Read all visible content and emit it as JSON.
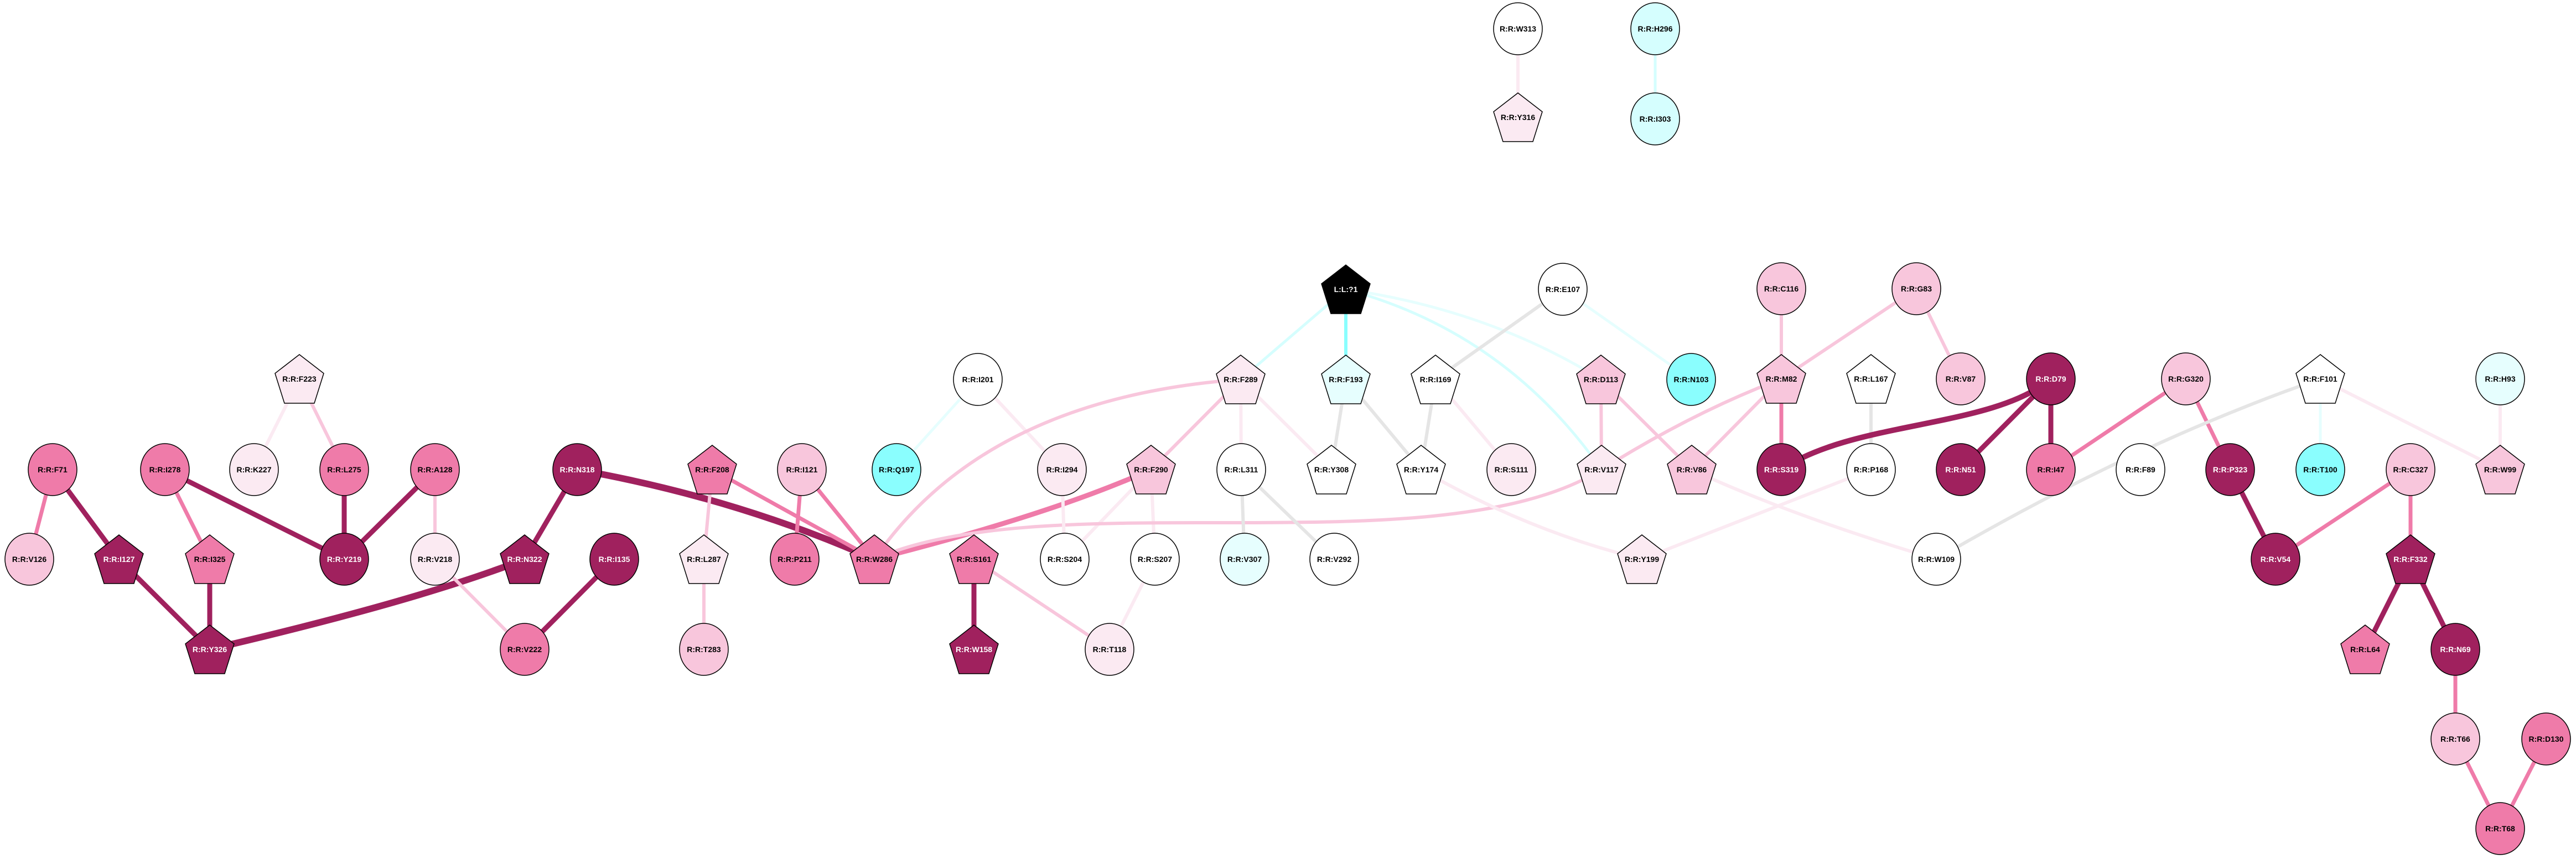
{
  "palette": {
    "white": "#ffffff",
    "vlight_pink": "#fbeaf2",
    "light_pink": "#f8c6dc",
    "mid_pink": "#ef7ba9",
    "dark": "#a0215e",
    "light_cyan": "#e6fefe",
    "pale_cyan": "#d5fefe",
    "cyan": "#8afefe",
    "black": "#000000",
    "grey": "#e5e5e5"
  },
  "nodes": [
    {
      "id": "W313",
      "label": "R:R:W313",
      "shape": "ellipse",
      "color": "white"
    },
    {
      "id": "Y316",
      "label": "R:R:Y316",
      "shape": "pentagon",
      "color": "vlight_pink"
    },
    {
      "id": "H296",
      "label": "R:R:H296",
      "shape": "ellipse",
      "color": "pale_cyan"
    },
    {
      "id": "I303",
      "label": "R:R:I303",
      "shape": "ellipse",
      "color": "pale_cyan"
    },
    {
      "id": "L1",
      "label": "L:L:?1",
      "shape": "pentagon",
      "color": "black"
    },
    {
      "id": "E107",
      "label": "R:R:E107",
      "shape": "ellipse",
      "color": "white"
    },
    {
      "id": "C116",
      "label": "R:R:C116",
      "shape": "ellipse",
      "color": "light_pink"
    },
    {
      "id": "G83",
      "label": "R:R:G83",
      "shape": "ellipse",
      "color": "light_pink"
    },
    {
      "id": "F223",
      "label": "R:R:F223",
      "shape": "pentagon",
      "color": "vlight_pink"
    },
    {
      "id": "I201",
      "label": "R:R:I201",
      "shape": "ellipse",
      "color": "white"
    },
    {
      "id": "F289",
      "label": "R:R:F289",
      "shape": "pentagon",
      "color": "vlight_pink"
    },
    {
      "id": "F193",
      "label": "R:R:F193",
      "shape": "pentagon",
      "color": "light_cyan"
    },
    {
      "id": "I169",
      "label": "R:R:I169",
      "shape": "pentagon",
      "color": "white"
    },
    {
      "id": "D113",
      "label": "R:R:D113",
      "shape": "pentagon",
      "color": "light_pink"
    },
    {
      "id": "N103",
      "label": "R:R:N103",
      "shape": "ellipse",
      "color": "cyan"
    },
    {
      "id": "M82",
      "label": "R:R:M82",
      "shape": "pentagon",
      "color": "light_pink"
    },
    {
      "id": "L167",
      "label": "R:R:L167",
      "shape": "pentagon",
      "color": "white"
    },
    {
      "id": "V87",
      "label": "R:R:V87",
      "shape": "ellipse",
      "color": "light_pink"
    },
    {
      "id": "D79",
      "label": "R:R:D79",
      "shape": "ellipse",
      "color": "dark"
    },
    {
      "id": "G320",
      "label": "R:R:G320",
      "shape": "ellipse",
      "color": "light_pink"
    },
    {
      "id": "F101",
      "label": "R:R:F101",
      "shape": "pentagon",
      "color": "white"
    },
    {
      "id": "H93",
      "label": "R:R:H93",
      "shape": "ellipse",
      "color": "light_cyan"
    },
    {
      "id": "F71",
      "label": "R:R:F71",
      "shape": "ellipse",
      "color": "mid_pink"
    },
    {
      "id": "I278",
      "label": "R:R:I278",
      "shape": "ellipse",
      "color": "mid_pink"
    },
    {
      "id": "K227",
      "label": "R:R:K227",
      "shape": "ellipse",
      "color": "vlight_pink"
    },
    {
      "id": "L275",
      "label": "R:R:L275",
      "shape": "ellipse",
      "color": "mid_pink"
    },
    {
      "id": "A128",
      "label": "R:R:A128",
      "shape": "ellipse",
      "color": "mid_pink"
    },
    {
      "id": "N318",
      "label": "R:R:N318",
      "shape": "ellipse",
      "color": "dark"
    },
    {
      "id": "F208",
      "label": "R:R:F208",
      "shape": "pentagon",
      "color": "mid_pink"
    },
    {
      "id": "I121",
      "label": "R:R:I121",
      "shape": "ellipse",
      "color": "light_pink"
    },
    {
      "id": "Q197",
      "label": "R:R:Q197",
      "shape": "ellipse",
      "color": "cyan"
    },
    {
      "id": "I294",
      "label": "R:R:I294",
      "shape": "ellipse",
      "color": "vlight_pink"
    },
    {
      "id": "F290",
      "label": "R:R:F290",
      "shape": "pentagon",
      "color": "light_pink"
    },
    {
      "id": "L311",
      "label": "R:R:L311",
      "shape": "ellipse",
      "color": "white"
    },
    {
      "id": "Y308",
      "label": "R:R:Y308",
      "shape": "pentagon",
      "color": "white"
    },
    {
      "id": "Y174",
      "label": "R:R:Y174",
      "shape": "pentagon",
      "color": "white"
    },
    {
      "id": "S111",
      "label": "R:R:S111",
      "shape": "ellipse",
      "color": "vlight_pink"
    },
    {
      "id": "V117",
      "label": "R:R:V117",
      "shape": "pentagon",
      "color": "vlight_pink"
    },
    {
      "id": "V86",
      "label": "R:R:V86",
      "shape": "pentagon",
      "color": "light_pink"
    },
    {
      "id": "S319",
      "label": "R:R:S319",
      "shape": "ellipse",
      "color": "dark"
    },
    {
      "id": "P168",
      "label": "R:R:P168",
      "shape": "ellipse",
      "color": "white"
    },
    {
      "id": "N51",
      "label": "R:R:N51",
      "shape": "ellipse",
      "color": "dark"
    },
    {
      "id": "I47",
      "label": "R:R:I47",
      "shape": "ellipse",
      "color": "mid_pink"
    },
    {
      "id": "F89",
      "label": "R:R:F89",
      "shape": "ellipse",
      "color": "white"
    },
    {
      "id": "P323",
      "label": "R:R:P323",
      "shape": "ellipse",
      "color": "dark"
    },
    {
      "id": "T100",
      "label": "R:R:T100",
      "shape": "ellipse",
      "color": "cyan"
    },
    {
      "id": "C327",
      "label": "R:R:C327",
      "shape": "ellipse",
      "color": "light_pink"
    },
    {
      "id": "W99",
      "label": "R:R:W99",
      "shape": "pentagon",
      "color": "light_pink"
    },
    {
      "id": "V126",
      "label": "R:R:V126",
      "shape": "ellipse",
      "color": "light_pink"
    },
    {
      "id": "I127",
      "label": "R:R:I127",
      "shape": "pentagon",
      "color": "dark"
    },
    {
      "id": "I325",
      "label": "R:R:I325",
      "shape": "pentagon",
      "color": "mid_pink"
    },
    {
      "id": "Y219",
      "label": "R:R:Y219",
      "shape": "ellipse",
      "color": "dark"
    },
    {
      "id": "V218",
      "label": "R:R:V218",
      "shape": "ellipse",
      "color": "vlight_pink"
    },
    {
      "id": "N322",
      "label": "R:R:N322",
      "shape": "pentagon",
      "color": "dark"
    },
    {
      "id": "I135",
      "label": "R:R:I135",
      "shape": "ellipse",
      "color": "dark"
    },
    {
      "id": "L287",
      "label": "R:R:L287",
      "shape": "pentagon",
      "color": "vlight_pink"
    },
    {
      "id": "P211",
      "label": "R:R:P211",
      "shape": "ellipse",
      "color": "mid_pink"
    },
    {
      "id": "W286",
      "label": "R:R:W286",
      "shape": "pentagon",
      "color": "mid_pink"
    },
    {
      "id": "S161",
      "label": "R:R:S161",
      "shape": "pentagon",
      "color": "mid_pink"
    },
    {
      "id": "S204",
      "label": "R:R:S204",
      "shape": "ellipse",
      "color": "white"
    },
    {
      "id": "S207",
      "label": "R:R:S207",
      "shape": "ellipse",
      "color": "white"
    },
    {
      "id": "V307",
      "label": "R:R:V307",
      "shape": "ellipse",
      "color": "light_cyan"
    },
    {
      "id": "V292",
      "label": "R:R:V292",
      "shape": "ellipse",
      "color": "white"
    },
    {
      "id": "Y199",
      "label": "R:R:Y199",
      "shape": "pentagon",
      "color": "vlight_pink"
    },
    {
      "id": "W109",
      "label": "R:R:W109",
      "shape": "ellipse",
      "color": "white"
    },
    {
      "id": "V54",
      "label": "R:R:V54",
      "shape": "ellipse",
      "color": "dark"
    },
    {
      "id": "F332",
      "label": "R:R:F332",
      "shape": "pentagon",
      "color": "dark"
    },
    {
      "id": "Y326",
      "label": "R:R:Y326",
      "shape": "pentagon",
      "color": "dark"
    },
    {
      "id": "V222",
      "label": "R:R:V222",
      "shape": "ellipse",
      "color": "mid_pink"
    },
    {
      "id": "T283",
      "label": "R:R:T283",
      "shape": "ellipse",
      "color": "light_pink"
    },
    {
      "id": "W158",
      "label": "R:R:W158",
      "shape": "pentagon",
      "color": "dark"
    },
    {
      "id": "T118",
      "label": "R:R:T118",
      "shape": "ellipse",
      "color": "vlight_pink"
    },
    {
      "id": "L64",
      "label": "R:R:L64",
      "shape": "pentagon",
      "color": "mid_pink"
    },
    {
      "id": "N69",
      "label": "R:R:N69",
      "shape": "ellipse",
      "color": "dark"
    },
    {
      "id": "T66",
      "label": "R:R:T66",
      "shape": "ellipse",
      "color": "light_pink"
    },
    {
      "id": "D130",
      "label": "R:R:D130",
      "shape": "ellipse",
      "color": "mid_pink"
    },
    {
      "id": "T68",
      "label": "R:R:T68",
      "shape": "ellipse",
      "color": "mid_pink"
    }
  ],
  "edges": [
    {
      "source": "W313",
      "target": "Y316",
      "color": "vlight_pink"
    },
    {
      "source": "H296",
      "target": "I303",
      "color": "pale_cyan"
    },
    {
      "source": "F223",
      "target": "K227",
      "color": "vlight_pink"
    },
    {
      "source": "F223",
      "target": "L275",
      "color": "light_pink"
    },
    {
      "source": "F71",
      "target": "V126",
      "color": "mid_pink"
    },
    {
      "source": "F71",
      "target": "I127",
      "color": "dark"
    },
    {
      "source": "I278",
      "target": "I325",
      "color": "mid_pink"
    },
    {
      "source": "I278",
      "target": "Y219",
      "color": "dark"
    },
    {
      "source": "L275",
      "target": "Y219",
      "color": "dark"
    },
    {
      "source": "A128",
      "target": "Y219",
      "color": "dark"
    },
    {
      "source": "A128",
      "target": "V218",
      "color": "light_pink"
    },
    {
      "source": "N318",
      "target": "N322",
      "color": "dark"
    },
    {
      "source": "N318",
      "target": "W286",
      "color": "dark"
    },
    {
      "source": "N322",
      "target": "Y326",
      "color": "dark"
    },
    {
      "source": "I127",
      "target": "Y326",
      "color": "dark"
    },
    {
      "source": "I325",
      "target": "Y326",
      "color": "dark"
    },
    {
      "source": "V218",
      "target": "V222",
      "color": "light_pink"
    },
    {
      "source": "I135",
      "target": "V222",
      "color": "dark"
    },
    {
      "source": "F208",
      "target": "L287",
      "color": "light_pink"
    },
    {
      "source": "F208",
      "target": "W286",
      "color": "mid_pink"
    },
    {
      "source": "L287",
      "target": "T283",
      "color": "light_pink"
    },
    {
      "source": "I121",
      "target": "P211",
      "color": "mid_pink"
    },
    {
      "source": "I121",
      "target": "W286",
      "color": "mid_pink"
    },
    {
      "source": "I201",
      "target": "Q197",
      "color": "light_cyan"
    },
    {
      "source": "I201",
      "target": "I294",
      "color": "vlight_pink"
    },
    {
      "source": "L1",
      "target": "F289",
      "color": "pale_cyan"
    },
    {
      "source": "L1",
      "target": "F193",
      "color": "cyan"
    },
    {
      "source": "L1",
      "target": "V117",
      "color": "pale_cyan"
    },
    {
      "source": "L1",
      "target": "D113",
      "color": "light_cyan"
    },
    {
      "source": "E107",
      "target": "I169",
      "color": "grey"
    },
    {
      "source": "E107",
      "target": "N103",
      "color": "light_cyan"
    },
    {
      "source": "F289",
      "target": "W286",
      "color": "light_pink"
    },
    {
      "source": "F289",
      "target": "F290",
      "color": "light_pink"
    },
    {
      "source": "F289",
      "target": "L311",
      "color": "vlight_pink"
    },
    {
      "source": "F289",
      "target": "Y308",
      "color": "vlight_pink"
    },
    {
      "source": "F290",
      "target": "W286",
      "color": "mid_pink"
    },
    {
      "source": "F290",
      "target": "S204",
      "color": "vlight_pink"
    },
    {
      "source": "F290",
      "target": "S207",
      "color": "vlight_pink"
    },
    {
      "source": "W286",
      "target": "V117",
      "color": "light_pink"
    },
    {
      "source": "I294",
      "target": "S204",
      "color": "vlight_pink"
    },
    {
      "source": "F193",
      "target": "Y308",
      "color": "grey"
    },
    {
      "source": "F193",
      "target": "Y174",
      "color": "grey"
    },
    {
      "source": "I169",
      "target": "Y174",
      "color": "grey"
    },
    {
      "source": "I169",
      "target": "S111",
      "color": "vlight_pink"
    },
    {
      "source": "L311",
      "target": "V307",
      "color": "grey"
    },
    {
      "source": "L311",
      "target": "V292",
      "color": "grey"
    },
    {
      "source": "Y174",
      "target": "Y199",
      "color": "vlight_pink"
    },
    {
      "source": "D113",
      "target": "V117",
      "color": "light_pink"
    },
    {
      "source": "D113",
      "target": "V86",
      "color": "light_pink"
    },
    {
      "source": "M82",
      "target": "V117",
      "color": "light_pink"
    },
    {
      "source": "M82",
      "target": "V86",
      "color": "light_pink"
    },
    {
      "source": "M82",
      "target": "S319",
      "color": "mid_pink"
    },
    {
      "source": "C116",
      "target": "M82",
      "color": "light_pink"
    },
    {
      "source": "G83",
      "target": "M82",
      "color": "light_pink"
    },
    {
      "source": "G83",
      "target": "V87",
      "color": "light_pink"
    },
    {
      "source": "V86",
      "target": "W109",
      "color": "vlight_pink"
    },
    {
      "source": "Y199",
      "target": "P168",
      "color": "vlight_pink"
    },
    {
      "source": "L167",
      "target": "P168",
      "color": "grey"
    },
    {
      "source": "D79",
      "target": "S319",
      "color": "dark"
    },
    {
      "source": "D79",
      "target": "N51",
      "color": "dark"
    },
    {
      "source": "D79",
      "target": "I47",
      "color": "dark"
    },
    {
      "source": "G320",
      "target": "I47",
      "color": "mid_pink"
    },
    {
      "source": "G320",
      "target": "P323",
      "color": "mid_pink"
    },
    {
      "source": "F101",
      "target": "W109",
      "color": "grey"
    },
    {
      "source": "F101",
      "target": "T100",
      "color": "light_cyan"
    },
    {
      "source": "F101",
      "target": "W99",
      "color": "vlight_pink"
    },
    {
      "source": "H93",
      "target": "W99",
      "color": "vlight_pink"
    },
    {
      "source": "P323",
      "target": "V54",
      "color": "dark"
    },
    {
      "source": "C327",
      "target": "V54",
      "color": "mid_pink"
    },
    {
      "source": "C327",
      "target": "F332",
      "color": "mid_pink"
    },
    {
      "source": "F332",
      "target": "L64",
      "color": "dark"
    },
    {
      "source": "F332",
      "target": "N69",
      "color": "dark"
    },
    {
      "source": "N69",
      "target": "T66",
      "color": "mid_pink"
    },
    {
      "source": "T66",
      "target": "T68",
      "color": "mid_pink"
    },
    {
      "source": "D130",
      "target": "T68",
      "color": "mid_pink"
    },
    {
      "source": "S161",
      "target": "W158",
      "color": "dark"
    },
    {
      "source": "S161",
      "target": "T118",
      "color": "light_pink"
    },
    {
      "source": "S207",
      "target": "T118",
      "color": "vlight_pink"
    }
  ]
}
